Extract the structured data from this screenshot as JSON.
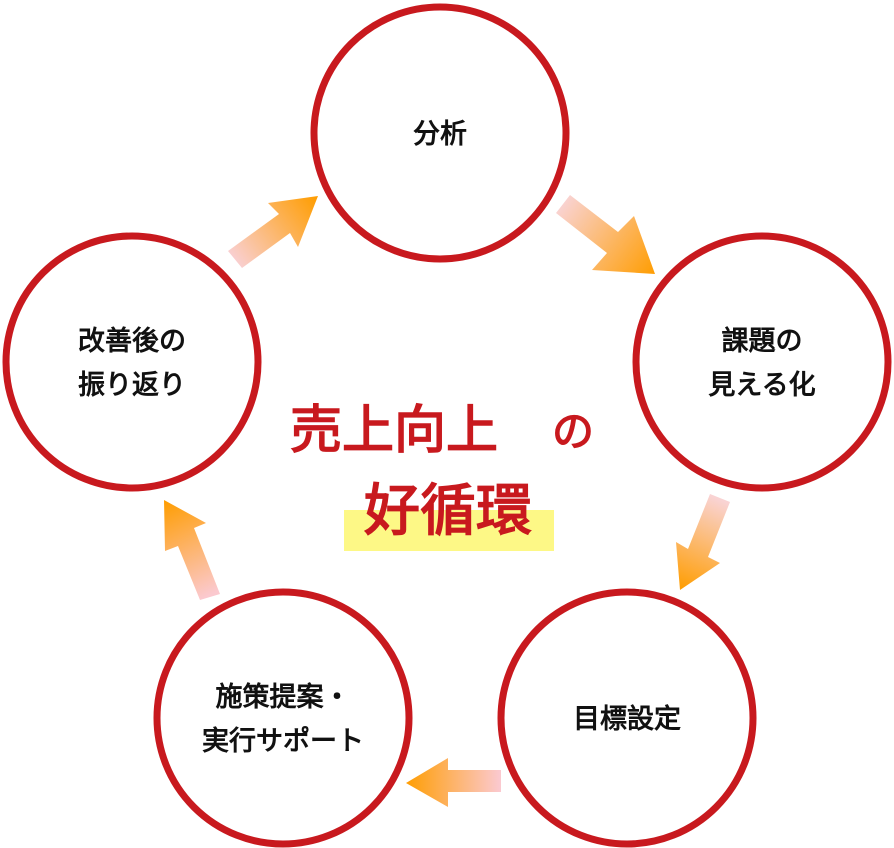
{
  "colors": {
    "circle_stroke": "#c8191e",
    "circle_fill": "#ffffff",
    "node_text": "#111111",
    "center_text": "#c8191e",
    "highlight": "#fdf886",
    "arrow_start": "#f9cfd0",
    "arrow_end": "#ff9d00"
  },
  "center": {
    "line1": "売上向上",
    "line1_particle": "の",
    "line2": "好循環"
  },
  "nodes": [
    {
      "id": "analysis",
      "lines": [
        "分析"
      ]
    },
    {
      "id": "visualize",
      "lines": [
        "課題の",
        "見える化"
      ]
    },
    {
      "id": "goal",
      "lines": [
        "目標設定"
      ]
    },
    {
      "id": "proposal",
      "lines": [
        "施策提案・",
        "実行サポート"
      ]
    },
    {
      "id": "review",
      "lines": [
        "改善後の",
        "振り返り"
      ]
    }
  ],
  "cycle_order": [
    "analysis",
    "visualize",
    "goal",
    "proposal",
    "review"
  ]
}
